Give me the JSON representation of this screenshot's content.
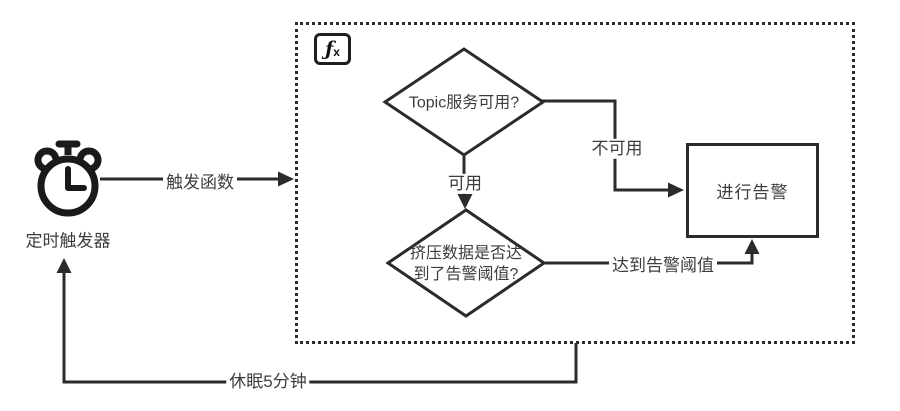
{
  "diagram": {
    "trigger": {
      "label": "定时触发器"
    },
    "function_badge": {
      "f": "ƒ",
      "x": "x"
    },
    "nodes": {
      "topic_check": "Topic服务可用?",
      "data_check_line1": "挤压数据是否达",
      "data_check_line2": "到了告警阈值?",
      "alert_action": "进行告警"
    },
    "edges": {
      "trigger_fn": "触发函数",
      "unavailable": "不可用",
      "available": "可用",
      "threshold_reached": "达到告警阈值",
      "sleep": "休眠5分钟"
    },
    "colors": {
      "line": "#2b2b2b",
      "text": "#3d3d3d",
      "background": "#ffffff"
    }
  }
}
